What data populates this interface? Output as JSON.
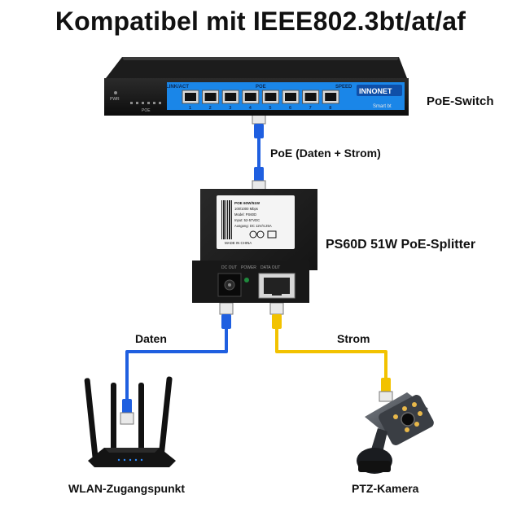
{
  "title": "Kompatibel mit IEEE802.3bt/at/af",
  "labels": {
    "switch": "PoE-Switch",
    "poe_link": "PoE (Daten + Strom)",
    "splitter": "PS60D 51W PoE-Splitter",
    "data_link": "Daten",
    "power_link": "Strom",
    "access_point": "WLAN-Zugangspunkt",
    "camera": "PTZ-Kamera"
  },
  "switch": {
    "brand": "INNONET",
    "sub_brand": "Smart bt",
    "header_labels": [
      "LINK/ACT",
      "POE",
      "SPEED"
    ],
    "pwr_label": "PWR",
    "poe_led_label": "POE",
    "ports": [
      "1",
      "2",
      "3",
      "4",
      "5",
      "6",
      "7",
      "8"
    ]
  },
  "splitter": {
    "sticker_lines": [
      "POE 60W/51W",
      "100/1000 Mbps",
      "Model: PS60D",
      "Input: 52-57VDC",
      "Ausgang: DC 12V/4.25A"
    ],
    "made_in": "MADE IN CHINA",
    "dc_out_label": "DC OUT",
    "led_label": "POWER",
    "data_out_label": "DATA OUT"
  },
  "colors": {
    "poe_cable": "#1f5fe0",
    "data_cable": "#1f5fe0",
    "power_cable": "#f2c200",
    "switch_accent": "#1a86e8",
    "device_body": "#1b1b1b"
  }
}
